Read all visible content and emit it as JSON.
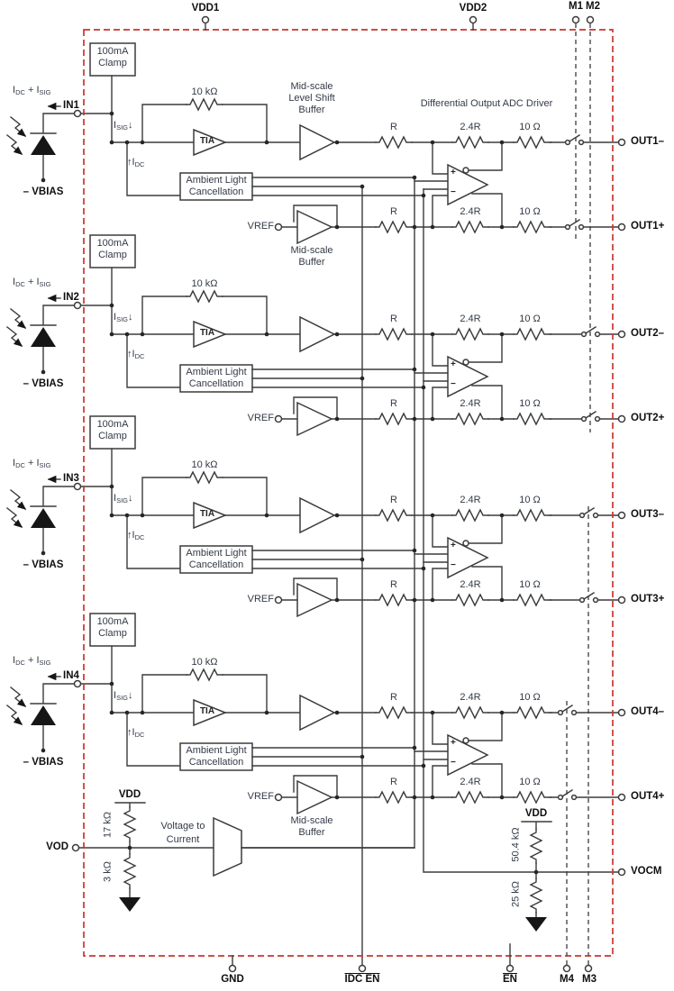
{
  "colors": {
    "border_red": "#c9342f",
    "wire": "#3b3b3b",
    "label": "#333a47"
  },
  "top_pins": {
    "vdd1": "VDD1",
    "vdd2": "VDD2",
    "m1": "M1",
    "m2": "M2"
  },
  "bottom_pins": {
    "gnd": "GND",
    "idc_en": "IDC EN",
    "en": "EN",
    "m4": "M4",
    "m3": "M3"
  },
  "shared": {
    "clamp1": "100mA",
    "clamp2": "Clamp",
    "r_10k": "10 kΩ",
    "tia": "TIA",
    "alc1": "Ambient Light",
    "alc2": "Cancellation",
    "vref": "VREF",
    "r": "R",
    "r_24": "2.4R",
    "r_10": "10 Ω",
    "plus": "+",
    "minus": "−",
    "i": "I",
    "dc": "DC",
    "sig": "SIG",
    "i_plus": " + ",
    "arrow_down": "↓",
    "arrow_up": "↑"
  },
  "titles": {
    "adc_driver": "Differential Output ADC Driver",
    "ls1": "Mid-scale",
    "ls2": "Level Shift",
    "ls3": "Buffer",
    "mb1": "Mid-scale",
    "mb2": "Buffer"
  },
  "channels": [
    {
      "in": "IN1",
      "vbias": "– VBIAS",
      "out_m": "OUT1–",
      "out_p": "OUT1+"
    },
    {
      "in": "IN2",
      "vbias": "– VBIAS",
      "out_m": "OUT2–",
      "out_p": "OUT2+"
    },
    {
      "in": "IN3",
      "vbias": "– VBIAS",
      "out_m": "OUT3–",
      "out_p": "OUT3+"
    },
    {
      "in": "IN4",
      "vbias": "– VBIAS",
      "out_m": "OUT4–",
      "out_p": "OUT4+"
    }
  ],
  "vod_section": {
    "vod": "VOD",
    "vdd": "VDD",
    "r_17k": "17 kΩ",
    "r_3k": "3 kΩ",
    "v2i1": "Voltage to",
    "v2i2": "Current"
  },
  "vocm_section": {
    "vdd": "VDD",
    "r_504k": "50.4 kΩ",
    "r_25k": "25 kΩ",
    "vocm": "VOCM"
  }
}
